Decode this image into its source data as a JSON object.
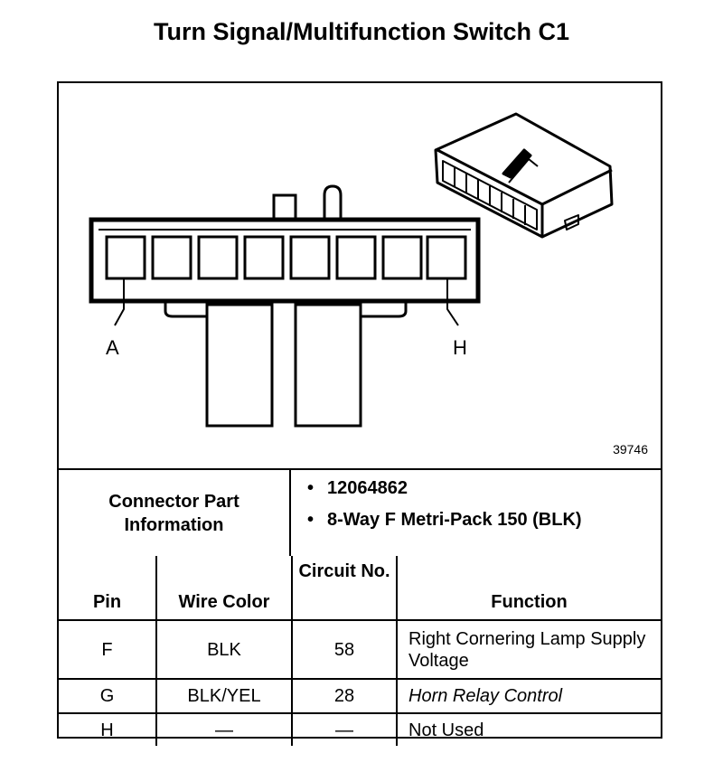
{
  "title": "Turn Signal/Multifunction Switch C1",
  "diagram": {
    "pin_label_left": "A",
    "pin_label_right": "H",
    "figure_number": "39746"
  },
  "connector_info": {
    "label": "Connector Part Information",
    "items": [
      "12064862",
      "8-Way F Metri-Pack 150 (BLK)"
    ]
  },
  "table": {
    "headers": {
      "pin": "Pin",
      "wire_color": "Wire Color",
      "circuit_no": "Circuit No.",
      "function": "Function"
    },
    "rows": [
      {
        "pin": "F",
        "wire_color": "BLK",
        "circuit": "58",
        "function": "Right Cornering Lamp Supply Voltage"
      },
      {
        "pin": "G",
        "wire_color": "BLK/YEL",
        "circuit": "28",
        "function": "Horn Relay Control"
      },
      {
        "pin": "H",
        "wire_color": "—",
        "circuit": "—",
        "function": "Not Used"
      }
    ]
  }
}
